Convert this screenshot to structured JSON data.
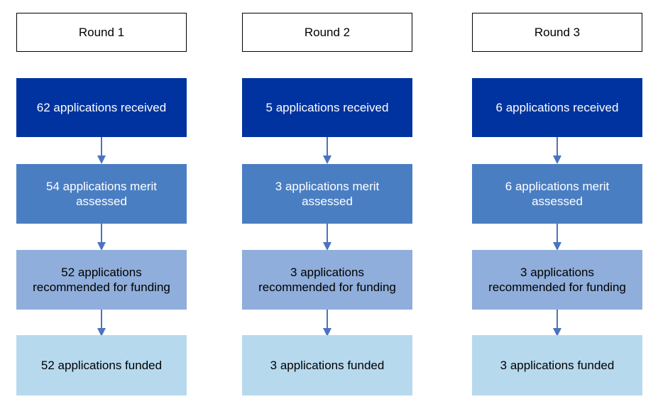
{
  "colors": {
    "received": "#0033a0",
    "merit": "#4a7ec2",
    "recommended": "#8faedb",
    "funded": "#b7d9ee",
    "arrow": "#4a74c0",
    "dark_text": "#ffffff",
    "light_text": "#000000"
  },
  "rounds": [
    {
      "title": "Round 1",
      "stages": [
        "62 applications received",
        "54 applications merit assessed",
        "52 applications recommended for funding",
        "52 applications funded"
      ]
    },
    {
      "title": "Round 2",
      "stages": [
        "5 applications received",
        "3 applications merit assessed",
        "3 applications recommended for funding",
        "3 applications funded"
      ]
    },
    {
      "title": "Round 3",
      "stages": [
        "6 applications received",
        "6 applications merit assessed",
        "3 applications recommended for funding",
        "3 applications funded"
      ]
    }
  ]
}
